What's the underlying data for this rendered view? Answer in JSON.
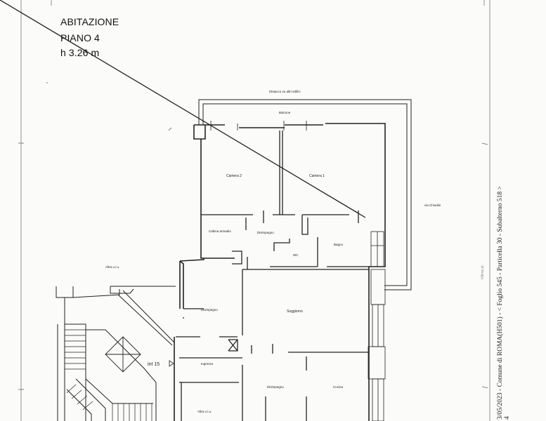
{
  "header": {
    "line1": "ABITAZIONE",
    "line2": "PIANO 4",
    "line3": "h 3.26 m"
  },
  "plan": {
    "distance_note": "Distacco su altri edifici",
    "balcony": "Balcone",
    "via": "via Chiodini",
    "other_unit_left": "Altra u.i.u.",
    "other_unit_bottom": "Altra u.i.u.",
    "int_label": "int 15",
    "rooms": {
      "camera2": "Camera 2",
      "camera1": "Camera 1",
      "cabina": "Cabina armadio",
      "disimpegno_top": "Disimpegno",
      "wc": "WC",
      "bagno": "Bagno",
      "disimpegno_mid": "Disimpegno",
      "soggiorno": "Soggiorno",
      "ingresso": "Ingresso",
      "disimpegno_low": "Disimpegno",
      "cucina": "Cucina"
    }
  },
  "side_stamp": {
    "line1": "3/05/2023 - Comune di ROMA(H501) - < Foglio 545 - Particella 30 - Subalterno 518 >",
    "line2": "4"
  },
  "margin_note": "Ultima pl."
}
